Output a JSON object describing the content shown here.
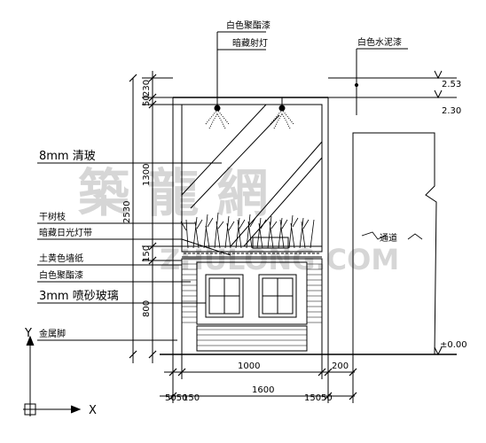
{
  "labels_top": {
    "white_paint": "白色聚酯漆",
    "hidden_spot": "暗藏射灯",
    "white_cement": "白色水泥漆"
  },
  "labels_left": {
    "glass_8mm": "8mm 清玻",
    "dry_branch": "干树枝",
    "hidden_light": "暗藏日光灯带",
    "earth_yellow": "土黄色墙纸",
    "white_paint": "白色聚酯漆",
    "glass_3mm": "3mm 喷砂玻璃",
    "metal_foot": "金属脚"
  },
  "label_passage": "通道",
  "elevations": {
    "e1": "2.53",
    "e2": "2.30",
    "e3": "±0.00"
  },
  "dims_vertical": {
    "d230": "230",
    "d50": "50",
    "d1300": "1300",
    "d2530": "2530",
    "d150": "150",
    "d800": "800"
  },
  "dims_horizontal": {
    "d1000": "1000",
    "d200": "200",
    "d1600": "1600",
    "d5050": "5050",
    "d150l": "150",
    "d150r": "150",
    "d50r": "50"
  },
  "axes": {
    "y": "Y",
    "x": "X"
  },
  "watermark": {
    "cn": "築 龍 網",
    "en": "ZHULONG.COM"
  }
}
